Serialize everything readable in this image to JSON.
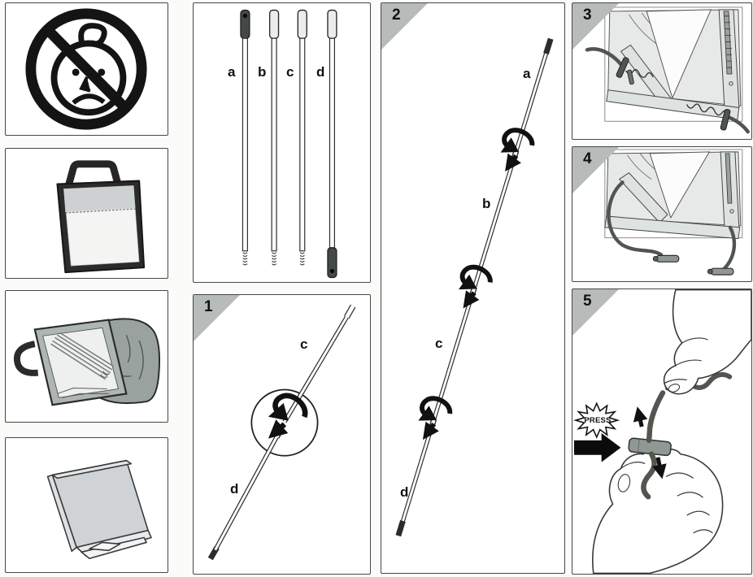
{
  "panels": {
    "warning": {
      "icon": "no-children-icon"
    },
    "bag_closed": {
      "icon": "carry-bag-icon"
    },
    "bag_open": {
      "icon": "open-bag-with-poles-icon"
    },
    "sheet": {
      "icon": "folded-tent-cloth-icon"
    },
    "parts": {
      "pole_labels": {
        "a": "a",
        "b": "b",
        "c": "c",
        "d": "d"
      }
    },
    "step1": {
      "number": "1",
      "labels": {
        "c": "c",
        "d": "d"
      }
    },
    "step2": {
      "number": "2",
      "labels": {
        "a": "a",
        "b": "b",
        "c": "c",
        "d": "d"
      }
    },
    "step3": {
      "number": "3"
    },
    "step4": {
      "number": "4"
    },
    "step5": {
      "number": "5",
      "press": "PRESS"
    }
  },
  "colors": {
    "badge_triangle": "#b7bbba",
    "panel_border": "#474747",
    "ink": "#141414",
    "bag_dark": "#2b2b2b",
    "flap_gray": "#99a29e",
    "fabric_light": "#e7e9e9",
    "bar_gray": "#dfe2e2",
    "cord": "#50554f",
    "cord_lock": "#909894",
    "pole_dark_cap": "#444946"
  }
}
